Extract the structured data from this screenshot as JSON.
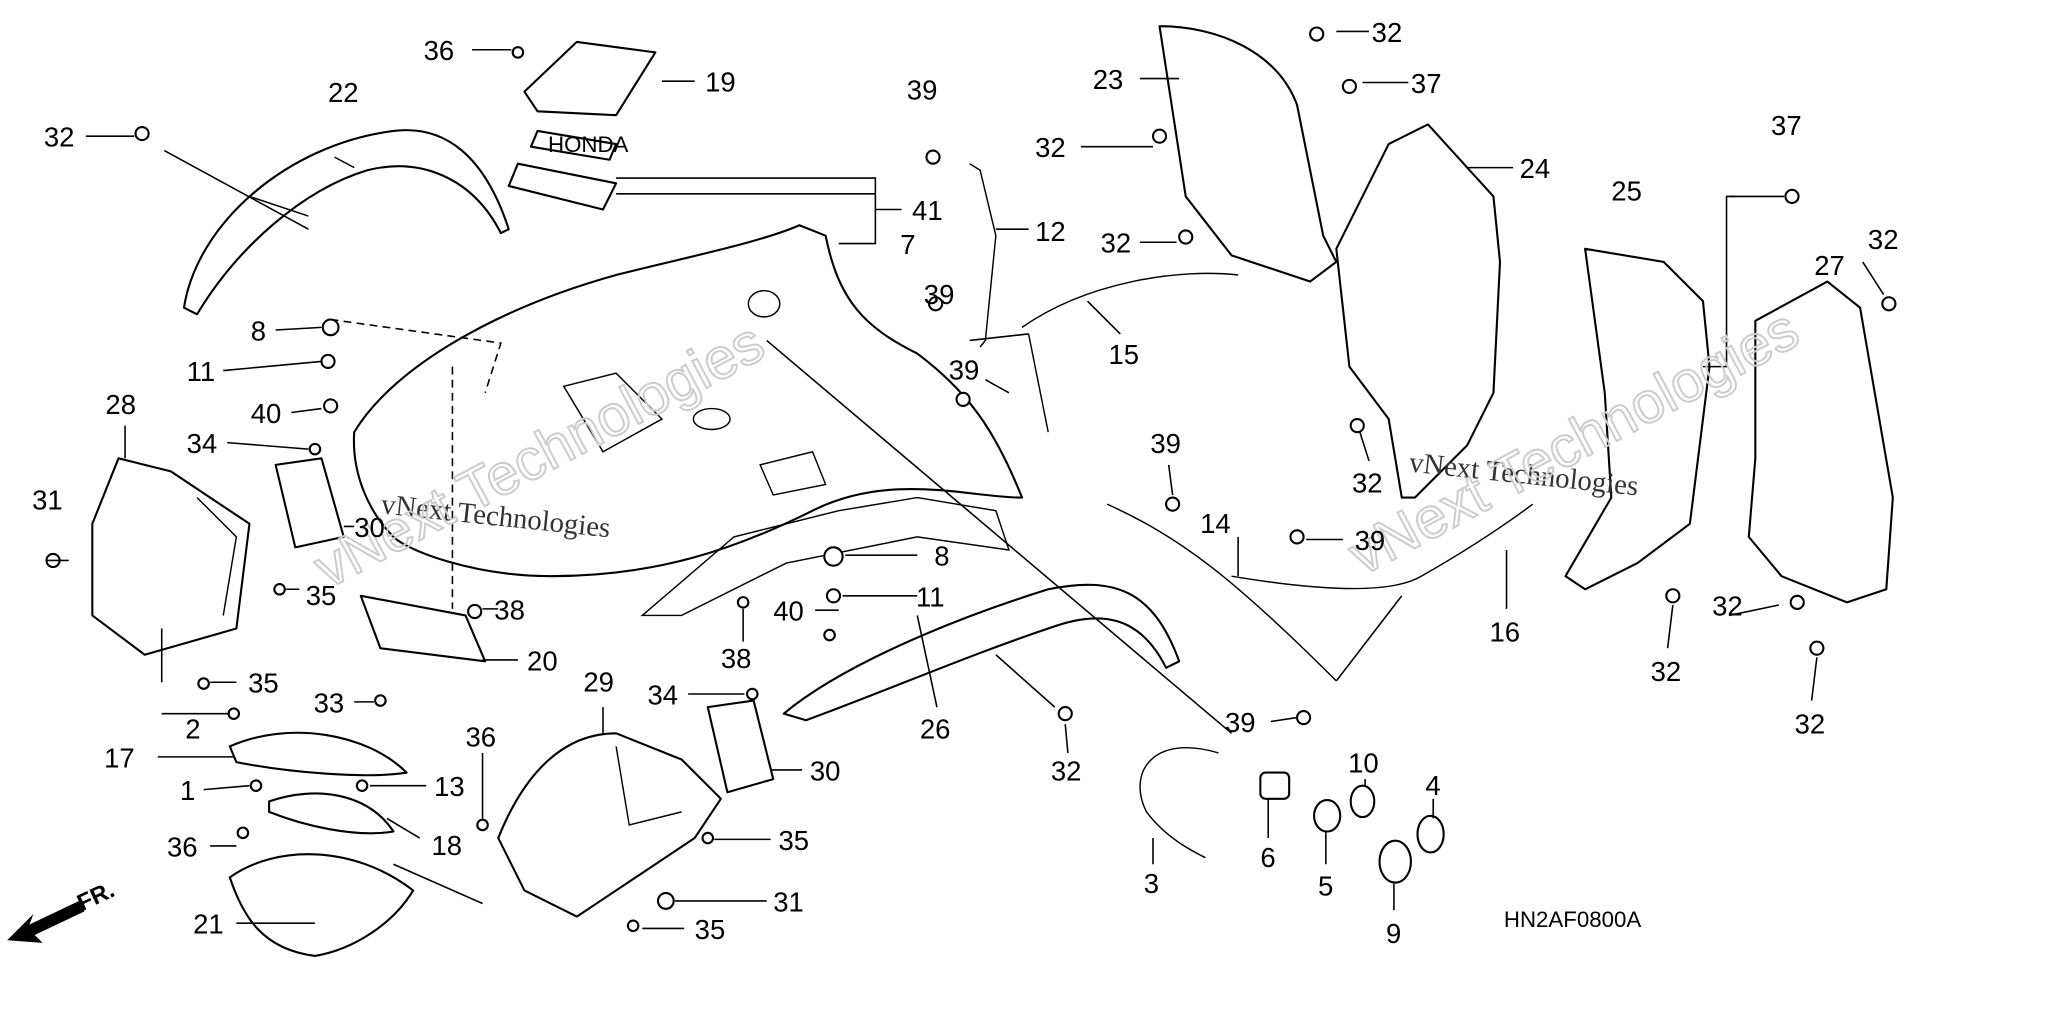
{
  "diagram": {
    "drawing_code": "HN2AF0800A",
    "front_indicator": "FR.",
    "watermark": [
      "vNext Technologies",
      "vNext Technologies"
    ],
    "emblem_text": "HONDA",
    "callouts": [
      "36",
      "19",
      "22",
      "32",
      "41",
      "7",
      "39",
      "12",
      "23",
      "32",
      "37",
      "32",
      "24",
      "32",
      "37",
      "25",
      "32",
      "27",
      "39",
      "15",
      "39",
      "8",
      "11",
      "40",
      "34",
      "28",
      "31",
      "30",
      "35",
      "38",
      "8",
      "11",
      "40",
      "38",
      "20",
      "33",
      "35",
      "2",
      "17",
      "1",
      "13",
      "18",
      "36",
      "21",
      "36",
      "29",
      "34",
      "30",
      "35",
      "31",
      "35",
      "26",
      "32",
      "39",
      "14",
      "39",
      "16",
      "39",
      "3",
      "6",
      "10",
      "5",
      "9",
      "4",
      "32",
      "32",
      "32",
      "32"
    ]
  }
}
